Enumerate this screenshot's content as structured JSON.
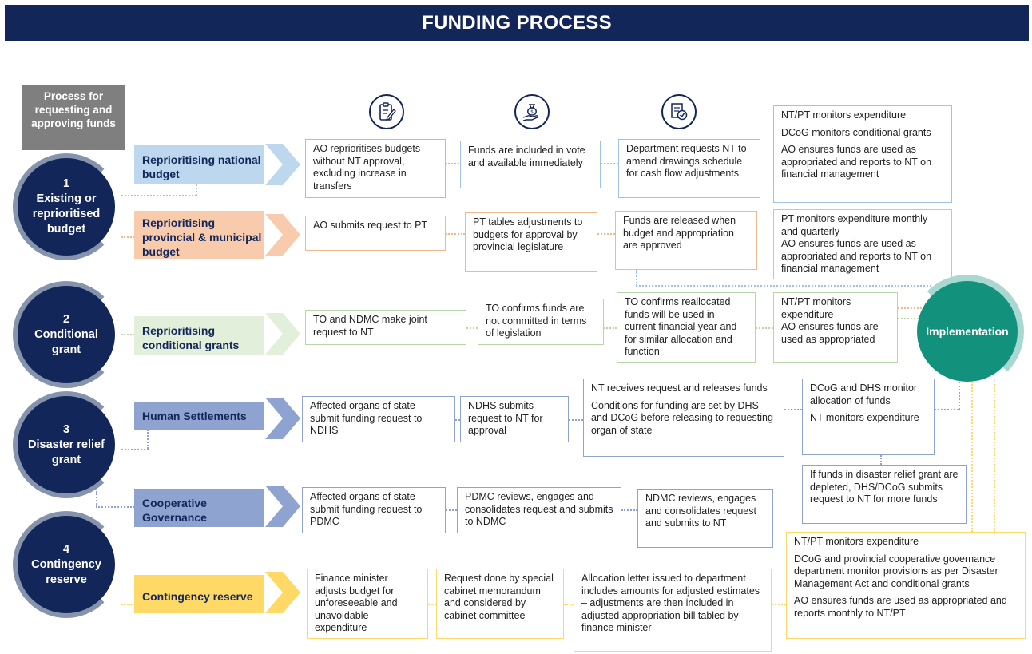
{
  "title": "FUNDING PROCESS",
  "process_label": "Process for requesting and approving funds",
  "implementation_label": "Implementation",
  "icons": [
    "clipboard-icon",
    "money-bag-hand-icon",
    "document-check-icon"
  ],
  "colors": {
    "navy": "#13265a",
    "blue": "#bdd7ee",
    "orange": "#f8cbad",
    "green": "#e2efda",
    "slate": "#8ea3cf",
    "yellow": "#ffd966",
    "teal": "#12927d"
  },
  "categories": [
    {
      "number": "1",
      "label": "Existing or reprioritised budget"
    },
    {
      "number": "2",
      "label": "Conditional grant"
    },
    {
      "number": "3",
      "label": "Disaster relief grant"
    },
    {
      "number": "4",
      "label": "Contingency reserve"
    }
  ],
  "pathways": {
    "national": "Reprioritising national budget",
    "provincial": "Reprioritising provincial & municipal budget",
    "conditional": "Reprioritising conditional grants",
    "human": "Human Settlements",
    "cooperative": "Cooperative Governance",
    "contingency": "Contingency reserve"
  },
  "steps": {
    "national": [
      "AO reprioritises budgets without NT approval, excluding increase in transfers",
      "Funds are included in vote and available immediately",
      "Department requests NT to amend drawings schedule for cash flow adjustments"
    ],
    "national_monitor": [
      "NT/PT monitors expenditure",
      "DCoG monitors conditional grants",
      "AO ensures funds are used as appropriated and reports to NT on financial management"
    ],
    "provincial": [
      "AO submits request  to PT",
      "PT tables adjustments to budgets for approval by provincial legislature",
      "Funds are released when budget and appropriation are approved"
    ],
    "provincial_monitor": [
      "PT monitors expenditure monthly and quarterly",
      "AO ensures funds are used as appropriated and reports to NT on financial management"
    ],
    "conditional": [
      "TO and NDMC make joint request to NT",
      "TO confirms funds are not committed in terms of legislation",
      "TO confirms reallocated funds will be used in current financial year and for similar allocation and function"
    ],
    "conditional_monitor": [
      "NT/PT monitors expenditure",
      "AO ensures funds are used as appropriated"
    ],
    "human": [
      "Affected organs of state submit funding request to NDHS",
      "NDHS submits request to NT for approval"
    ],
    "nt_release": [
      "NT receives request and releases funds",
      "Conditions for funding are set by DHS and DCoG before releasing to requesting organ of state"
    ],
    "disaster_monitor": [
      "DCoG and DHS monitor allocation of funds",
      "NT monitors expenditure"
    ],
    "depleted": "If funds in disaster relief grant are depleted, DHS/DCoG submits request to NT for more funds",
    "cooperative": [
      "Affected organs of state submit funding request to PDMC",
      "PDMC reviews, engages and consolidates request and submits to NDMC",
      "NDMC reviews, engages and consolidates request and submits to NT"
    ],
    "contingency": [
      "Finance minister adjusts budget for unforeseeable and unavoidable expenditure",
      "Request done by special cabinet memorandum and considered by cabinet committee",
      "Allocation letter issued to department includes amounts for adjusted estimates – adjustments are then included in adjusted appropriation bill tabled by finance minister"
    ],
    "contingency_monitor": [
      "NT/PT monitors expenditure",
      "DCoG and provincial cooperative governance department monitor provisions as per Disaster Management Act and conditional grants",
      "AO ensures funds are used as appropriated and reports monthly to NT/PT"
    ]
  }
}
